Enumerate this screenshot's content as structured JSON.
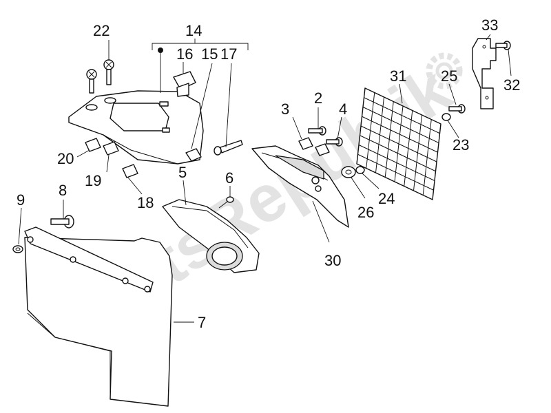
{
  "watermark": "PartsRepublik",
  "callouts": [
    {
      "id": "c22",
      "text": "22"
    },
    {
      "id": "c14",
      "text": "14"
    },
    {
      "id": "c16",
      "text": "16"
    },
    {
      "id": "c15",
      "text": "15"
    },
    {
      "id": "c17",
      "text": "17"
    },
    {
      "id": "c20",
      "text": "20"
    },
    {
      "id": "c19",
      "text": "19"
    },
    {
      "id": "c18",
      "text": "18"
    },
    {
      "id": "c8",
      "text": "8"
    },
    {
      "id": "c9",
      "text": "9"
    },
    {
      "id": "c5",
      "text": "5"
    },
    {
      "id": "c6",
      "text": "6"
    },
    {
      "id": "c7",
      "text": "7"
    },
    {
      "id": "c3",
      "text": "3"
    },
    {
      "id": "c2",
      "text": "2"
    },
    {
      "id": "c4",
      "text": "4"
    },
    {
      "id": "c30",
      "text": "30"
    },
    {
      "id": "c26",
      "text": "26"
    },
    {
      "id": "c24",
      "text": "24"
    },
    {
      "id": "c31",
      "text": "31"
    },
    {
      "id": "c25",
      "text": "25"
    },
    {
      "id": "c23",
      "text": "23"
    },
    {
      "id": "c33",
      "text": "33"
    },
    {
      "id": "c32",
      "text": "32"
    }
  ],
  "colors": {
    "line": "#111111",
    "paper": "#ffffff",
    "watermark": "#e3e3e3"
  }
}
